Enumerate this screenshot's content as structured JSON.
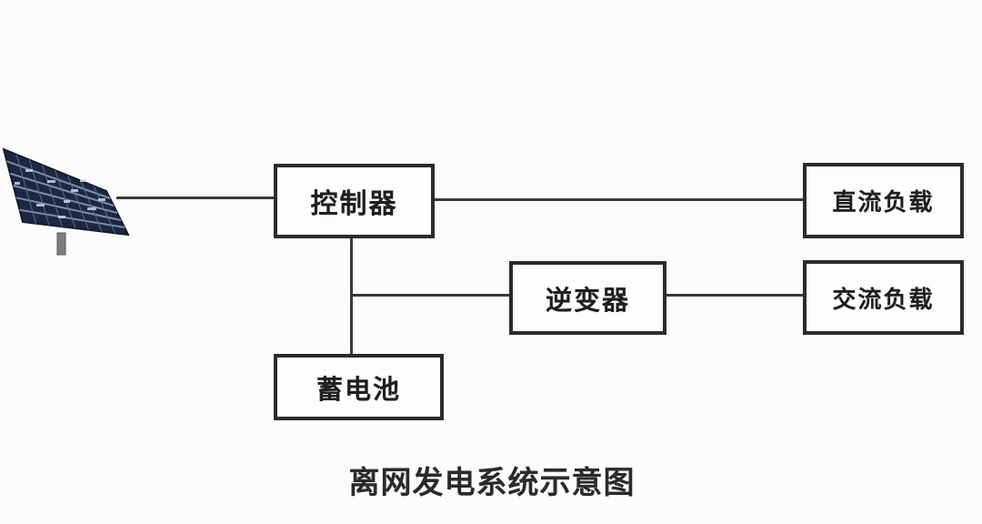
{
  "title": "离网发电系统示意图",
  "colors": {
    "background": "#fcfcfc",
    "box_border": "#2b2b2b",
    "wire": "#3a3a3a",
    "text": "#1f1f1f",
    "panel_dark": "#1c2742",
    "panel_grid_light": "#9fb0cc",
    "panel_grid_dark": "#5c6b8a",
    "panel_pole": "#7d7d7d"
  },
  "diagram": {
    "type": "block-diagram",
    "nodes": [
      {
        "id": "controller",
        "label": "控制器"
      },
      {
        "id": "dc-load",
        "label": "直流负载"
      },
      {
        "id": "inverter",
        "label": "逆变器"
      },
      {
        "id": "ac-load",
        "label": "交流负载"
      },
      {
        "id": "battery",
        "label": "蓄电池"
      }
    ],
    "connections": [
      {
        "from": "solar-panel",
        "to": "controller"
      },
      {
        "from": "controller",
        "to": "dc-load"
      },
      {
        "from": "controller",
        "to": "battery"
      },
      {
        "from": "controller",
        "to": "inverter"
      },
      {
        "from": "inverter",
        "to": "ac-load"
      }
    ]
  }
}
